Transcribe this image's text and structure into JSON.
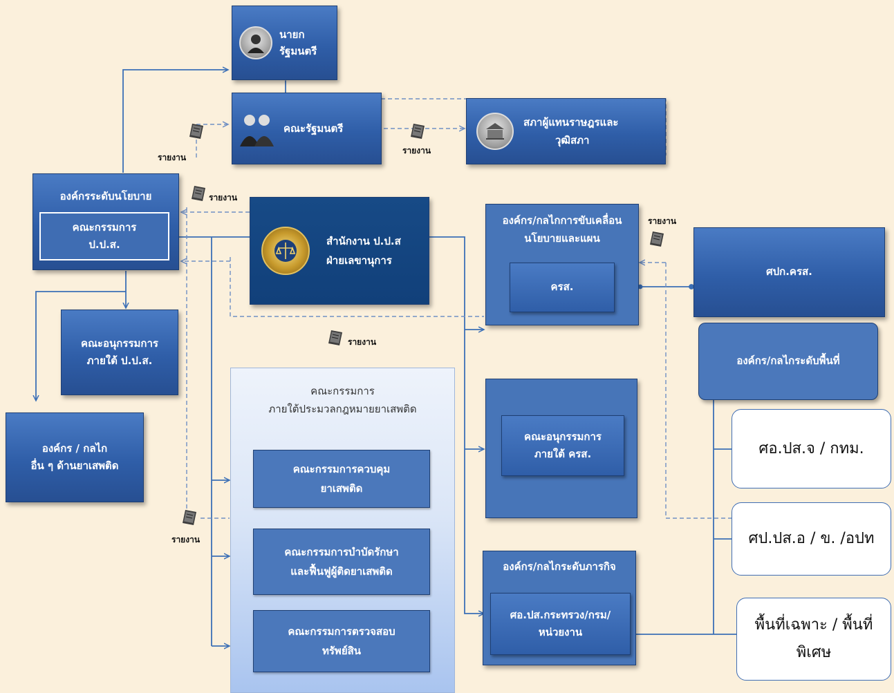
{
  "nodes": {
    "pm": "นายกรัฐมนตรี",
    "cabinet": "คณะรัฐมนตรี",
    "parliament": [
      "สภาผู้แทนราษฎรและ",
      "วุฒิสภา"
    ],
    "policy_org": "องค์กรระดับนโยบาย",
    "ppss_committee": [
      "คณะกรรมการ",
      "ป.ป.ส."
    ],
    "office": [
      "สำนักงาน ป.ป.ส",
      "ฝ่ายเลขานุการ"
    ],
    "sub_committee": [
      "คณะอนุกรรมการ",
      "ภายใต้ ป.ป.ส."
    ],
    "other_orgs": [
      "องค์กร / กลไก",
      "อื่น ๆ ด้านยาเสพติด"
    ],
    "drive_org": [
      "องค์กร/กลไกการขับเคลื่อน",
      "นโยบายและแผน"
    ],
    "krs": "ครส.",
    "spk": "ศปก.ครส.",
    "area_org": "องค์กร/กลไกระดับพื้นที่",
    "area_items": [
      "ศอ.ปส.จ / กทม.",
      "ศป.ปส.อ / ข. /อปท",
      "พื้นที่เฉพาะ / พื้นที่พิเศษ"
    ],
    "krs_sub": [
      "คณะอนุกรรมการ",
      "ภายใต้ ครส."
    ],
    "mission_org": "องค์กร/กลไกระดับภารกิจ",
    "ministry": [
      "ศอ.ปส.กระทรวง/กรม/",
      "หน่วยงาน"
    ],
    "law_panel_title": [
      "คณะกรรมการ",
      "ภายใต้ประมวลกฎหมายยาเสพติด"
    ],
    "law_committees": [
      [
        "คณะกรรมการควบคุม",
        "ยาเสพติด"
      ],
      [
        "คณะกรรมการบำบัดรักษา",
        "และฟื้นฟูผู้ติดยาเสพติด"
      ],
      [
        "คณะกรรมการตรวจสอบ",
        "ทรัพย์สิน"
      ]
    ]
  },
  "report_label": "รายงาน",
  "colors": {
    "line": "#3b6fb6",
    "dashed": "#6f8fc4",
    "box": "#2f5ea8"
  }
}
